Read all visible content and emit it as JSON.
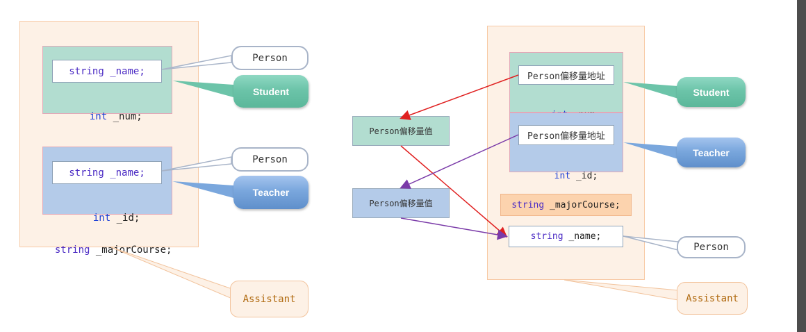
{
  "left": {
    "student_name_field": "string _name;",
    "student_num": {
      "type": "int",
      "name": " _num;"
    },
    "teacher_name_field": "string _name;",
    "teacher_id": {
      "type": "int",
      "name": " _id;"
    },
    "major_course": {
      "type": "string",
      "name": " _majorCourse;"
    },
    "callouts": {
      "person_1": "Person",
      "student": "Student",
      "person_2": "Person",
      "teacher": "Teacher",
      "assistant": "Assistant"
    }
  },
  "right": {
    "offset_value_1": "Person偏移量值",
    "offset_value_2": "Person偏移量值",
    "student_offset_addr": "Person偏移量地址",
    "student_num": {
      "type": "int",
      "name": " _num;"
    },
    "teacher_offset_addr": "Person偏移量地址",
    "teacher_id": {
      "type": "int",
      "name": " _id;"
    },
    "major_course": {
      "type": "string",
      "name": " _majorCourse;"
    },
    "shared_name": {
      "type": "string",
      "name": " _name;"
    },
    "callouts": {
      "student": "Student",
      "teacher": "Teacher",
      "person": "Person",
      "assistant": "Assistant"
    }
  },
  "colors": {
    "assistant_fill": "#fdf1e6",
    "student_fill": "#b2ddd0",
    "teacher_fill": "#b4cbe9",
    "arrow_red": "#e02020",
    "arrow_purple": "#7a3aa8"
  }
}
